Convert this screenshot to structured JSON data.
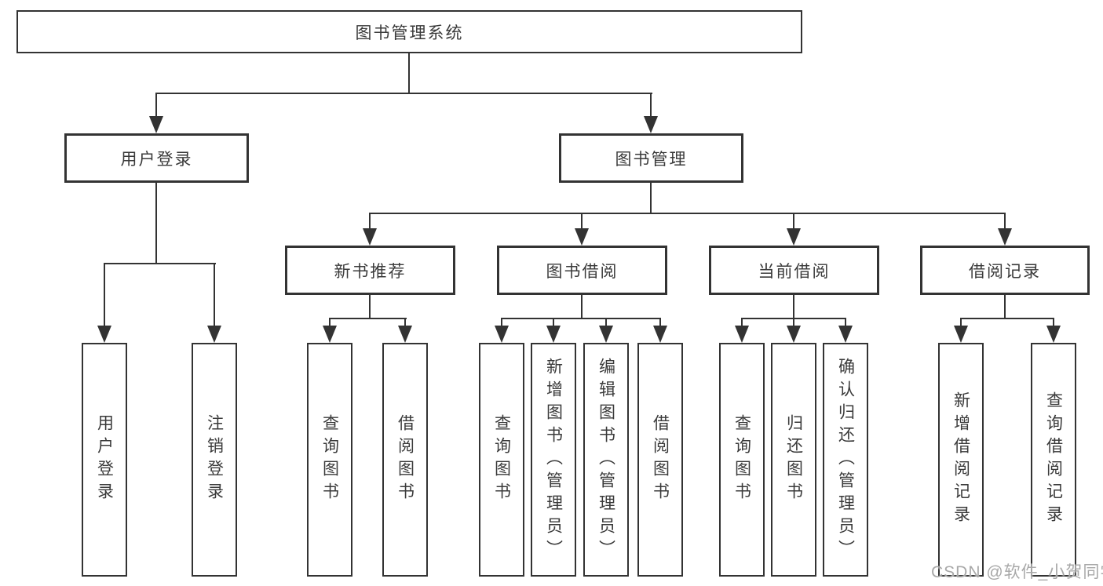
{
  "diagram": {
    "root": {
      "label": "图书管理系统"
    },
    "branches": [
      {
        "label": "用户登录",
        "children": [
          {
            "label": "用户登录"
          },
          {
            "label": "注销登录"
          }
        ]
      },
      {
        "label": "图书管理",
        "children": [
          {
            "label": "新书推荐",
            "children": [
              {
                "label": "查询图书"
              },
              {
                "label": "借阅图书"
              }
            ]
          },
          {
            "label": "图书借阅",
            "children": [
              {
                "label": "查询图书"
              },
              {
                "label": "新增图书（管理员）"
              },
              {
                "label": "编辑图书（管理员）"
              },
              {
                "label": "借阅图书"
              }
            ]
          },
          {
            "label": "当前借阅",
            "children": [
              {
                "label": "查询图书"
              },
              {
                "label": "归还图书"
              },
              {
                "label": "确认归还（管理员）"
              }
            ]
          },
          {
            "label": "借阅记录",
            "children": [
              {
                "label": "新增借阅记录"
              },
              {
                "label": "查询借阅记录"
              }
            ]
          }
        ]
      }
    ],
    "watermark": "CSDN @软件_小贺同学",
    "colors": {
      "line": "#333333",
      "text": "#3a3a3a",
      "watermark": "#a8a8a8",
      "background": "#ffffff"
    }
  }
}
